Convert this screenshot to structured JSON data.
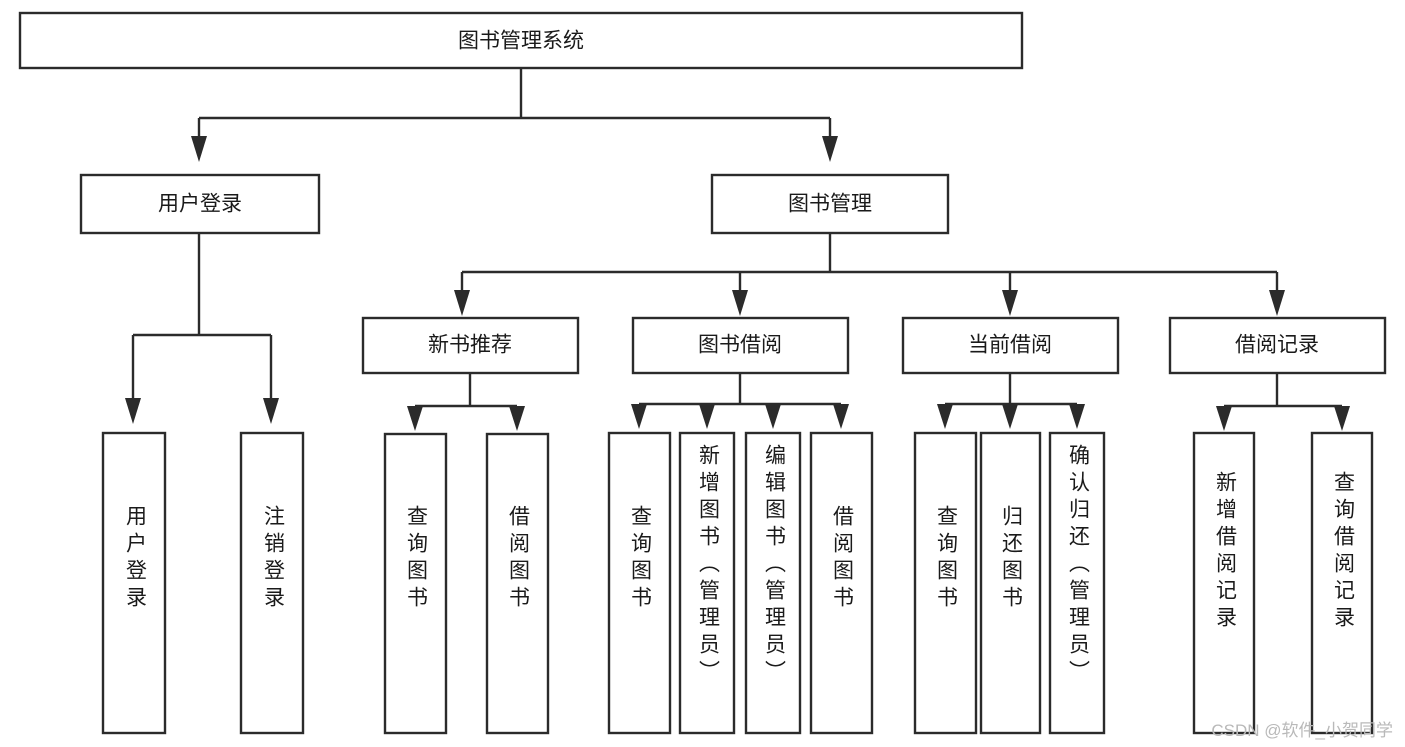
{
  "diagram": {
    "title": "图书管理系统",
    "type": "functional-decomposition-tree",
    "watermark": "CSDN @软件_小贺同学",
    "colors": {
      "background": "#ffffff",
      "box_stroke": "#2b2b2b",
      "box_fill": "#ffffff",
      "text": "#1a1a1a",
      "watermark": "#b9b9b9"
    },
    "levels": {
      "root": {
        "label": "图书管理系统",
        "orientation": "horizontal"
      },
      "level2": [
        {
          "id": "user-login",
          "label": "用户登录",
          "orientation": "horizontal"
        },
        {
          "id": "book-management",
          "label": "图书管理",
          "orientation": "horizontal"
        }
      ],
      "level3": [
        {
          "id": "new-book-recommend",
          "label": "新书推荐",
          "orientation": "horizontal",
          "parent": "book-management"
        },
        {
          "id": "book-borrow",
          "label": "图书借阅",
          "orientation": "horizontal",
          "parent": "book-management"
        },
        {
          "id": "current-borrow",
          "label": "当前借阅",
          "orientation": "horizontal",
          "parent": "book-management"
        },
        {
          "id": "borrow-records",
          "label": "借阅记录",
          "orientation": "horizontal",
          "parent": "book-management"
        }
      ],
      "leaves": [
        {
          "id": "leaf-user-login",
          "label": "用户登录",
          "orientation": "vertical",
          "parent": "user-login"
        },
        {
          "id": "leaf-logout",
          "label": "注销登录",
          "orientation": "vertical",
          "parent": "user-login"
        },
        {
          "id": "leaf-query-book-1",
          "label": "查询图书",
          "orientation": "vertical",
          "parent": "new-book-recommend"
        },
        {
          "id": "leaf-borrow-book-1",
          "label": "借阅图书",
          "orientation": "vertical",
          "parent": "new-book-recommend"
        },
        {
          "id": "leaf-query-book-2",
          "label": "查询图书",
          "orientation": "vertical",
          "parent": "book-borrow"
        },
        {
          "id": "leaf-add-book",
          "label": "新增图书（管理员）",
          "orientation": "vertical",
          "parent": "book-borrow"
        },
        {
          "id": "leaf-edit-book",
          "label": "编辑图书（管理员）",
          "orientation": "vertical",
          "parent": "book-borrow"
        },
        {
          "id": "leaf-borrow-book-2",
          "label": "借阅图书",
          "orientation": "vertical",
          "parent": "book-borrow"
        },
        {
          "id": "leaf-query-book-3",
          "label": "查询图书",
          "orientation": "vertical",
          "parent": "current-borrow"
        },
        {
          "id": "leaf-return-book",
          "label": "归还图书",
          "orientation": "vertical",
          "parent": "current-borrow"
        },
        {
          "id": "leaf-confirm-return",
          "label": "确认归还（管理员）",
          "orientation": "vertical",
          "parent": "current-borrow"
        },
        {
          "id": "leaf-add-record",
          "label": "新增借阅记录",
          "orientation": "vertical",
          "parent": "borrow-records"
        },
        {
          "id": "leaf-query-record",
          "label": "查询借阅记录",
          "orientation": "vertical",
          "parent": "borrow-records"
        }
      ]
    }
  }
}
